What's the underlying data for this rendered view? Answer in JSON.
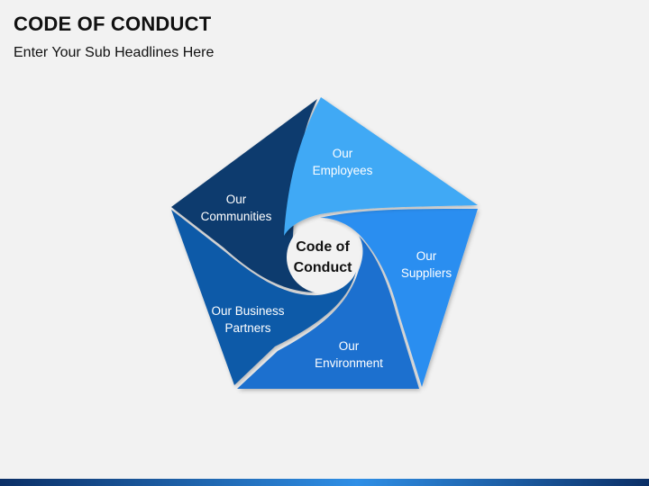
{
  "slide": {
    "title": "CODE OF CONDUCT",
    "subtitle": "Enter Your Sub Headlines Here"
  },
  "diagram": {
    "center": {
      "line1": "Code of",
      "line2": "Conduct"
    },
    "segments": [
      {
        "id": "employees",
        "line1": "Our",
        "line2": "Employees",
        "color": "#3fa9f5"
      },
      {
        "id": "suppliers",
        "line1": "Our",
        "line2": "Suppliers",
        "color": "#2b8ef0"
      },
      {
        "id": "environment",
        "line1": "Our",
        "line2": "Environment",
        "color": "#1a70cf"
      },
      {
        "id": "business-partners",
        "line1": "Our Business",
        "line2": "Partners",
        "color": "#0f5aa8"
      },
      {
        "id": "communities",
        "line1": "Our",
        "line2": "Communities",
        "color": "#0b3a6e"
      }
    ]
  },
  "colors": {
    "background": "#f2f2f2",
    "footer_dark": "#0b2f66",
    "footer_light": "#2f8fe6"
  }
}
